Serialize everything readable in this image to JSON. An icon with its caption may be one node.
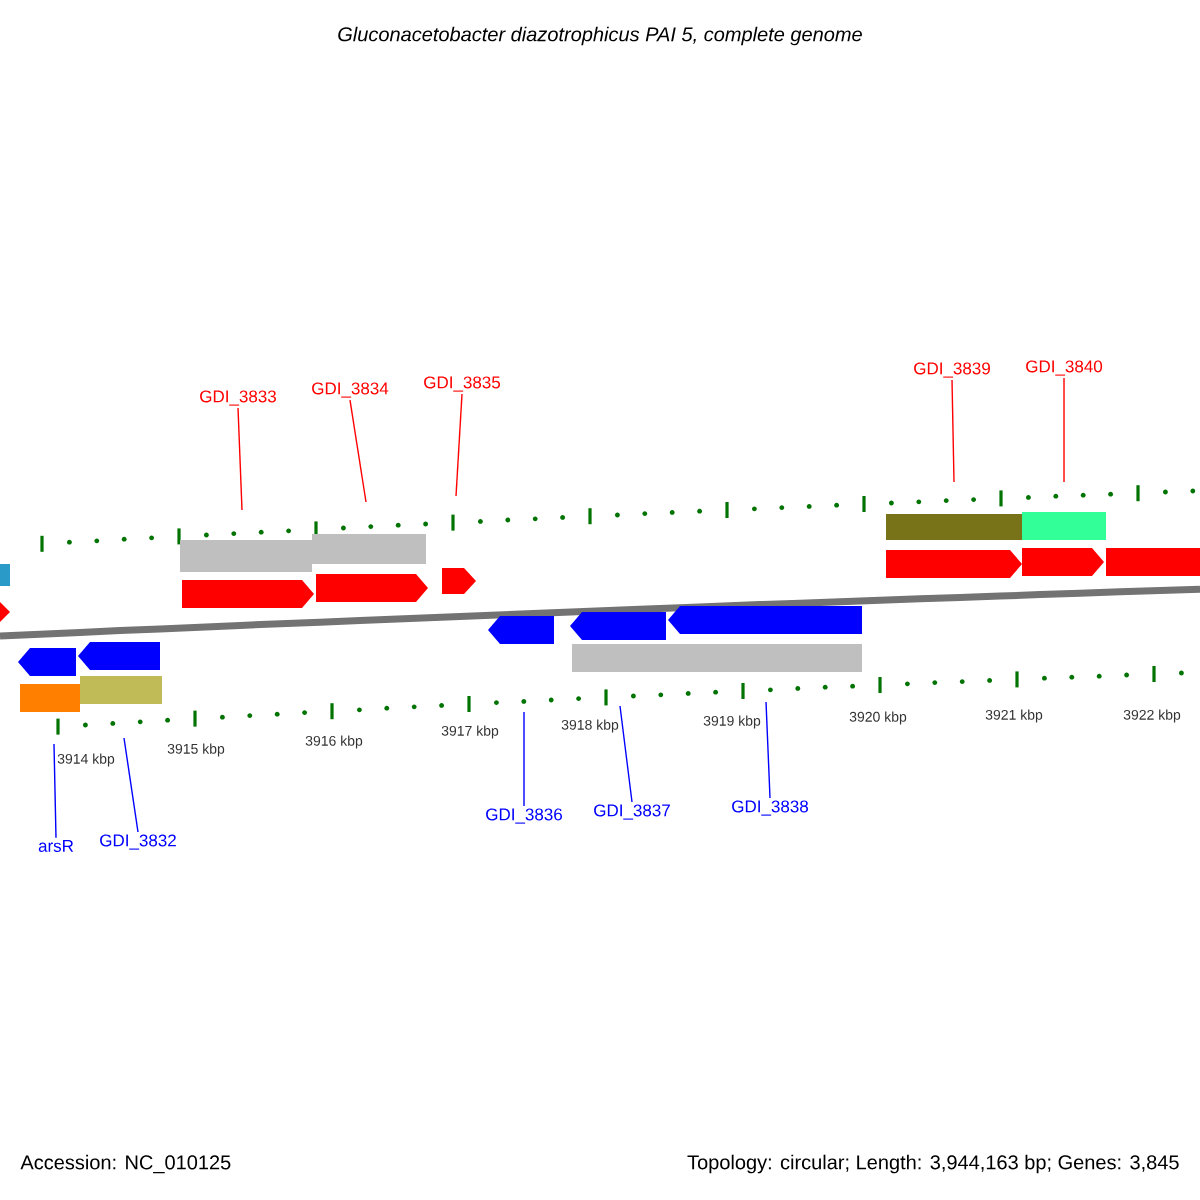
{
  "diagram": {
    "title": "Gluconacetobacter diazotrophicus PAI 5, complete genome",
    "nodes": [
      {
        "text": [
          "GDI_3833"
        ]
      },
      {
        "text": [
          "GDI_3834"
        ]
      },
      {
        "text": [
          "GDI_3835"
        ]
      },
      {
        "text": [
          "GDI_3839"
        ]
      },
      {
        "text": [
          "GDI_3840"
        ]
      },
      {
        "text": [
          "arsR"
        ]
      },
      {
        "text": [
          "GDI_3832"
        ]
      },
      {
        "text": [
          "GDI_3836"
        ]
      },
      {
        "text": [
          "GDI_3837"
        ]
      },
      {
        "text": [
          "GDI_3838"
        ]
      },
      {
        "text": [],
        "shape": "picture"
      }
    ],
    "edges": [
      {
        "from": 0,
        "to": 10,
        "arrow": "none",
        "color": "#ff0000"
      },
      {
        "from": 1,
        "to": 10,
        "arrow": "none",
        "color": "#ff0000"
      },
      {
        "from": 2,
        "to": 10,
        "arrow": "none",
        "color": "#ff0000"
      },
      {
        "from": 3,
        "to": 10,
        "arrow": "none",
        "color": "#ff0000"
      },
      {
        "from": 4,
        "to": 10,
        "arrow": "none",
        "color": "#ff0000"
      },
      {
        "from": 5,
        "to": 10,
        "arrow": "none",
        "color": "#0000ff"
      },
      {
        "from": 6,
        "to": 10,
        "arrow": "none",
        "color": "#0000ff"
      },
      {
        "from": 7,
        "to": 10,
        "arrow": "none",
        "color": "#0000ff"
      },
      {
        "from": 8,
        "to": 10,
        "arrow": "none",
        "color": "#0000ff"
      },
      {
        "from": 9,
        "to": 10,
        "arrow": "none",
        "color": "#0000ff"
      }
    ],
    "labels": [
      "3914 kbp",
      "3915 kbp",
      "3916 kbp",
      "3917 kbp",
      "3918 kbp",
      "3919 kbp",
      "3920 kbp",
      "3921 kbp",
      "3922 kbp",
      "Accession: NC_010125",
      "Topology: circular; Length: 3,944,163 bp; Genes: 3,845"
    ]
  }
}
